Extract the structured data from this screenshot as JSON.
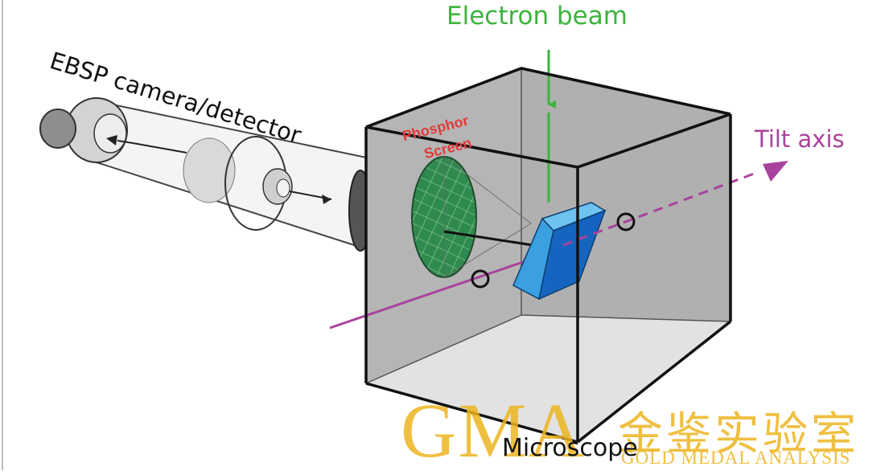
{
  "labels": {
    "electron_beam": "Electron beam",
    "tilt_axis": "Tilt axis",
    "ebsp_camera": "EBSP camera/detector",
    "phosphor_line1": "Phosphor",
    "phosphor_line2": "Screen",
    "microscope": "Microscope"
  },
  "watermark": {
    "logo_letters": "GMA",
    "logo_chinese": "金鉴实验室",
    "logo_english": "GOLD MEDAL ANALYSIS"
  },
  "colors": {
    "beam": "#3db33d",
    "tilt": "#a8439c",
    "phosphor_label": "#e23b3b",
    "phosphor_screen": "#2f8a4f",
    "sample_top": "#3aa0e0",
    "sample_side": "#1565c0",
    "chamber_back": "#b5b5b5",
    "chamber_floor": "#e2e2e2",
    "watermark": "#ecb41e"
  }
}
